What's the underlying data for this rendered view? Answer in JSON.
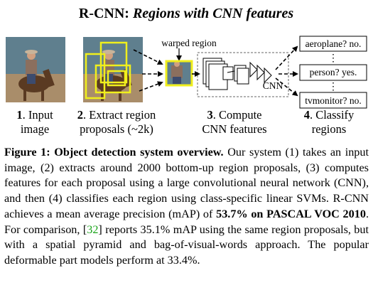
{
  "figure": {
    "title_prefix": "R-CNN: ",
    "title_italic": "Regions with CNN features",
    "warped_label": "warped region",
    "cnn_label": "CNN",
    "outputs": {
      "top": "aeroplane? no.",
      "middle": "person? yes.",
      "bottom": "tvmonitor? no.",
      "ellipsis": "⋮"
    },
    "steps": [
      {
        "num": "1",
        "line1": ". Input",
        "line2": "image"
      },
      {
        "num": "2",
        "line1": ". Extract region",
        "line2": "proposals (~2k)"
      },
      {
        "num": "3",
        "line1": ". Compute",
        "line2": "CNN features"
      },
      {
        "num": "4",
        "line1": ". Classify",
        "line2": "regions"
      }
    ],
    "colors": {
      "proposal_box": "#f0ef1c",
      "photo_sky": "#5f7f8e",
      "photo_arena": "#a98d6a",
      "horse": "#5a3a22",
      "rider_shirt": "#8b6f5e",
      "rider_jeans": "#3c4b6e"
    }
  },
  "caption": {
    "lead": "Figure 1: Object detection system overview.",
    "part1": " Our system (1) takes an input image, (2) extracts around 2000 bottom-up region proposals, (3) computes features for each proposal using a large convolutional neural network (CNN), and then (4) classifies each region using class-specific linear SVMs. R-CNN achieves a mean average precision (mAP) of ",
    "highlight": "53.7% on PASCAL VOC 2010",
    "part2": ". For comparison, [",
    "cite": "32",
    "part3": "] reports 35.1% mAP using the same region pro­posals, but with a spatial pyramid and bag-of-visual-words ap­proach. The popular deformable part models perform at 33.4%."
  }
}
